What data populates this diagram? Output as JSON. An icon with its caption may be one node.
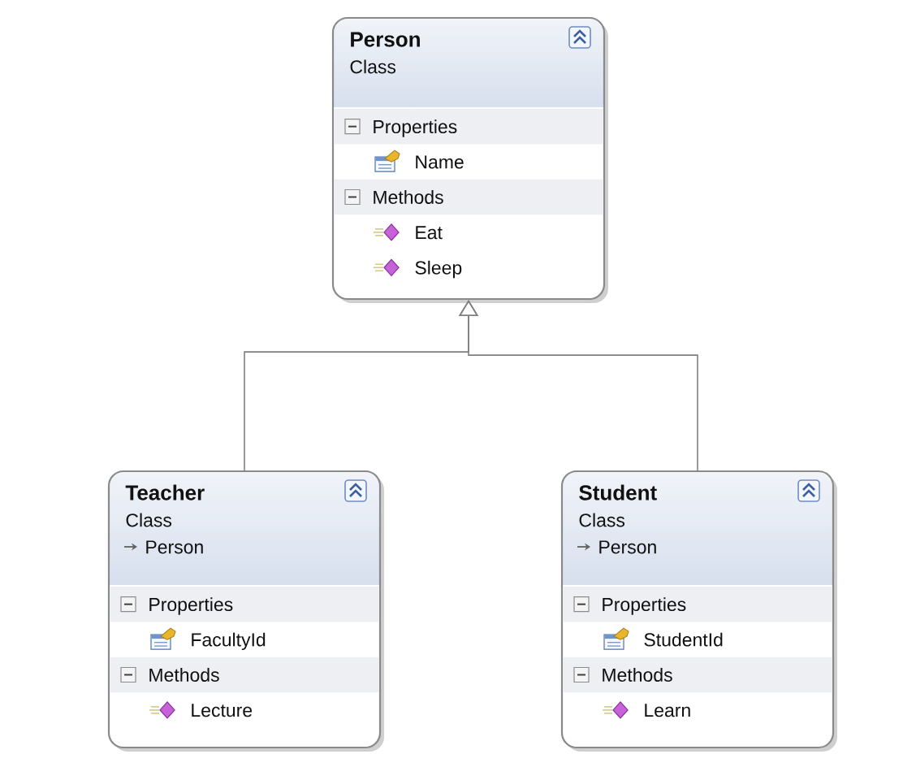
{
  "diagram": {
    "nodes": [
      {
        "text": [
          "Person",
          "Class",
          "Properties",
          "Name",
          "Methods",
          "Eat",
          "Sleep"
        ]
      },
      {
        "text": [
          "Teacher",
          "Class",
          "Person",
          "Properties",
          "FacultyId",
          "Methods",
          "Lecture"
        ]
      },
      {
        "text": [
          "Student",
          "Class",
          "Person",
          "Properties",
          "StudentId",
          "Methods",
          "Learn"
        ]
      }
    ],
    "edges": [
      {
        "from": 1,
        "to": 0,
        "arrow": "to"
      },
      {
        "from": 2,
        "to": 0,
        "arrow": "to"
      }
    ]
  }
}
